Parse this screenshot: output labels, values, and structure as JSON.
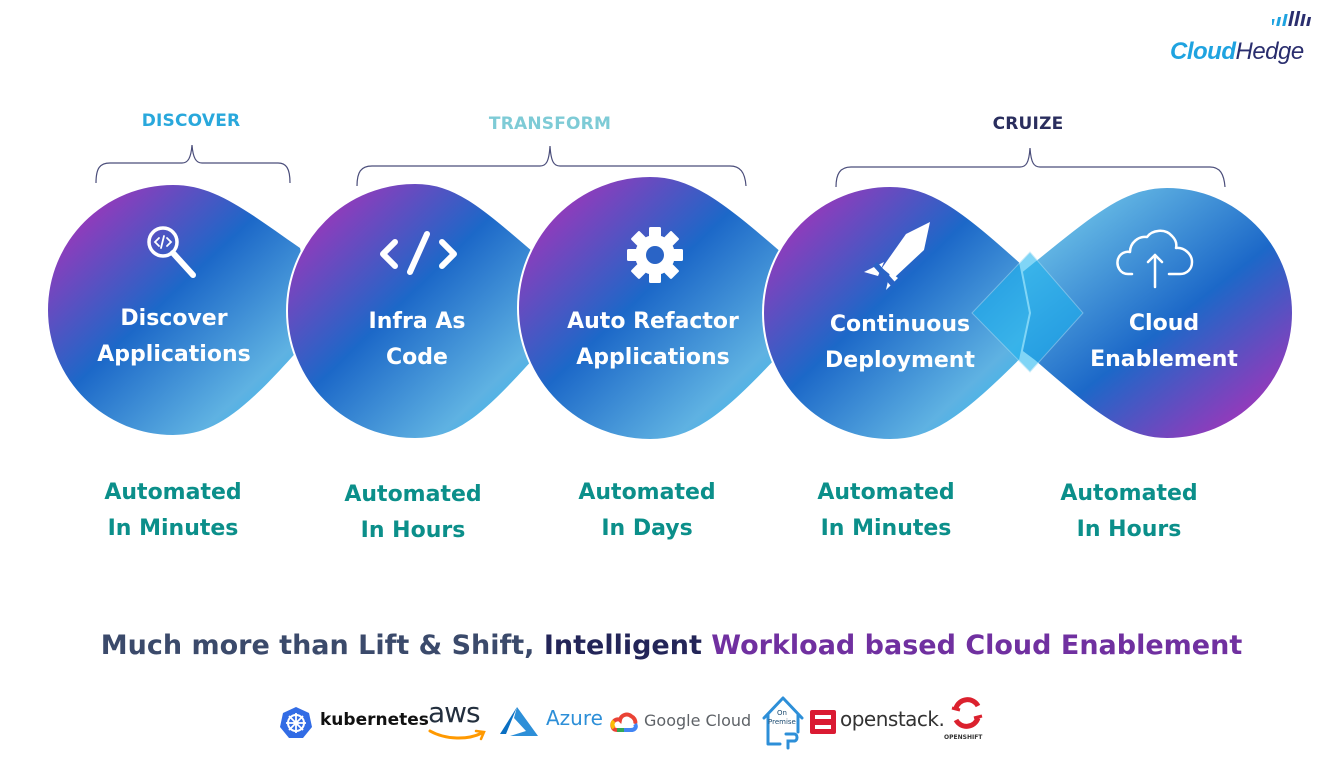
{
  "brand": {
    "logo_part1": "Cloud",
    "logo_part2": "Hedge",
    "colors": {
      "primary": "#1fa3e0",
      "secondary": "#2a2e6e"
    }
  },
  "phases": [
    {
      "label": "DISCOVER",
      "color": "#29a8dc"
    },
    {
      "label": "TRANSFORM",
      "color": "#7ecbd6"
    },
    {
      "label": "CRUIZE",
      "color": "#2a2e5e"
    }
  ],
  "steps": [
    {
      "icon": "search-code-icon",
      "title_line1": "Discover",
      "title_line2": "Applications",
      "sub_line1": "Automated",
      "sub_line2": "In Minutes"
    },
    {
      "icon": "code-icon",
      "title_line1": "Infra As",
      "title_line2": "Code",
      "sub_line1": "Automated",
      "sub_line2": "In Hours"
    },
    {
      "icon": "gear-icon",
      "title_line1": "Auto Refactor",
      "title_line2": "Applications",
      "sub_line1": "Automated",
      "sub_line2": "In Days"
    },
    {
      "icon": "rocket-icon",
      "title_line1": "Continuous",
      "title_line2": "Deployment",
      "sub_line1": "Automated",
      "sub_line2": "In Minutes"
    },
    {
      "icon": "cloud-upload-icon",
      "title_line1": "Cloud",
      "title_line2": "Enablement",
      "sub_line1": "Automated",
      "sub_line2": "In Hours"
    }
  ],
  "tagline": {
    "part1": "Much more than Lift & Shift,",
    "part2": "Intelligent",
    "part3": "Workload based Cloud Enablement"
  },
  "platforms": {
    "kubernetes": "kubernetes",
    "aws": "aws",
    "azure": "Azure",
    "google_cloud": "Google Cloud",
    "on_premise_line1": "On",
    "on_premise_line2": "Premise",
    "openstack": "openstack.",
    "openshift": "OPENSHIFT"
  },
  "colors": {
    "gradient_magenta": "#b02fb8",
    "gradient_blue": "#1c68c8",
    "gradient_light": "#5fb2e2",
    "gradient_cyan": "#14b8f5",
    "subtitle_teal": "#0b8f8a"
  }
}
